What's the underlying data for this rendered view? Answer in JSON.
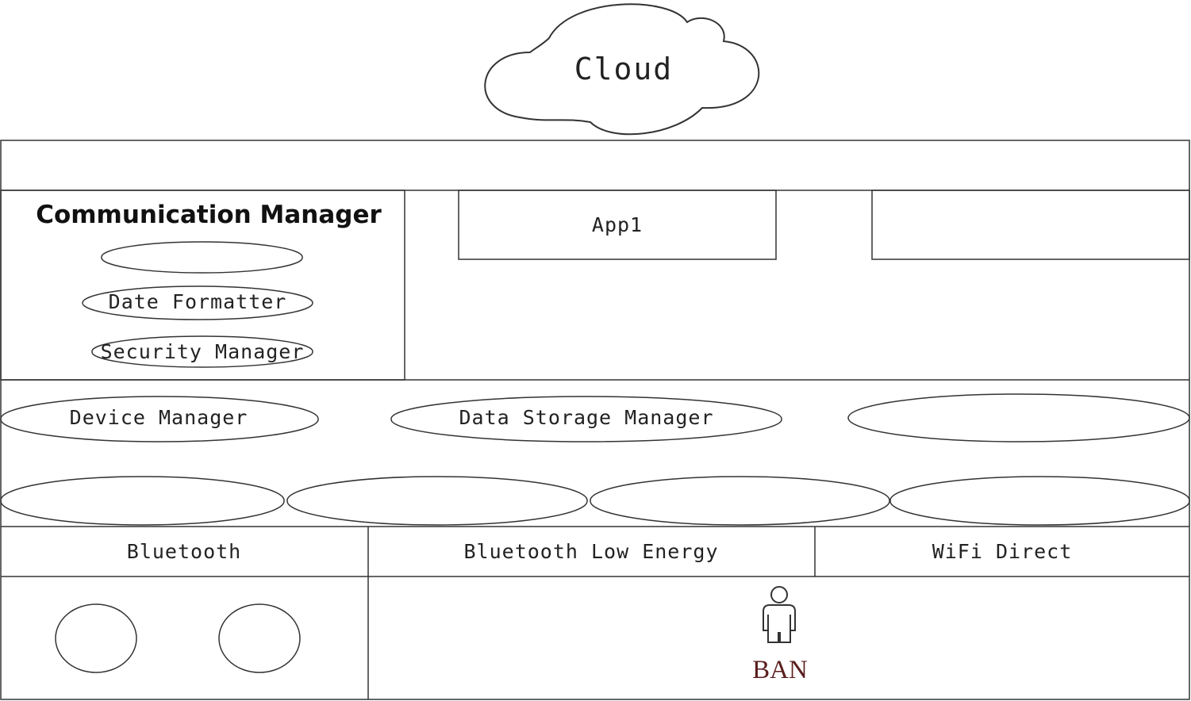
{
  "cloud": {
    "label": "Cloud"
  },
  "communication_manager": {
    "title": "Communication Manager",
    "modules": [
      "",
      "Date Formatter",
      "Security Manager"
    ]
  },
  "apps": [
    "App1",
    ""
  ],
  "managers": [
    "Device Manager",
    "Data Storage Manager",
    ""
  ],
  "adapters": [
    "",
    "",
    "",
    ""
  ],
  "protocols": [
    "Bluetooth",
    "Bluetooth Low Energy",
    "WiFi Direct"
  ],
  "ban": {
    "label": "BAN",
    "color": "#5a1e1e"
  }
}
